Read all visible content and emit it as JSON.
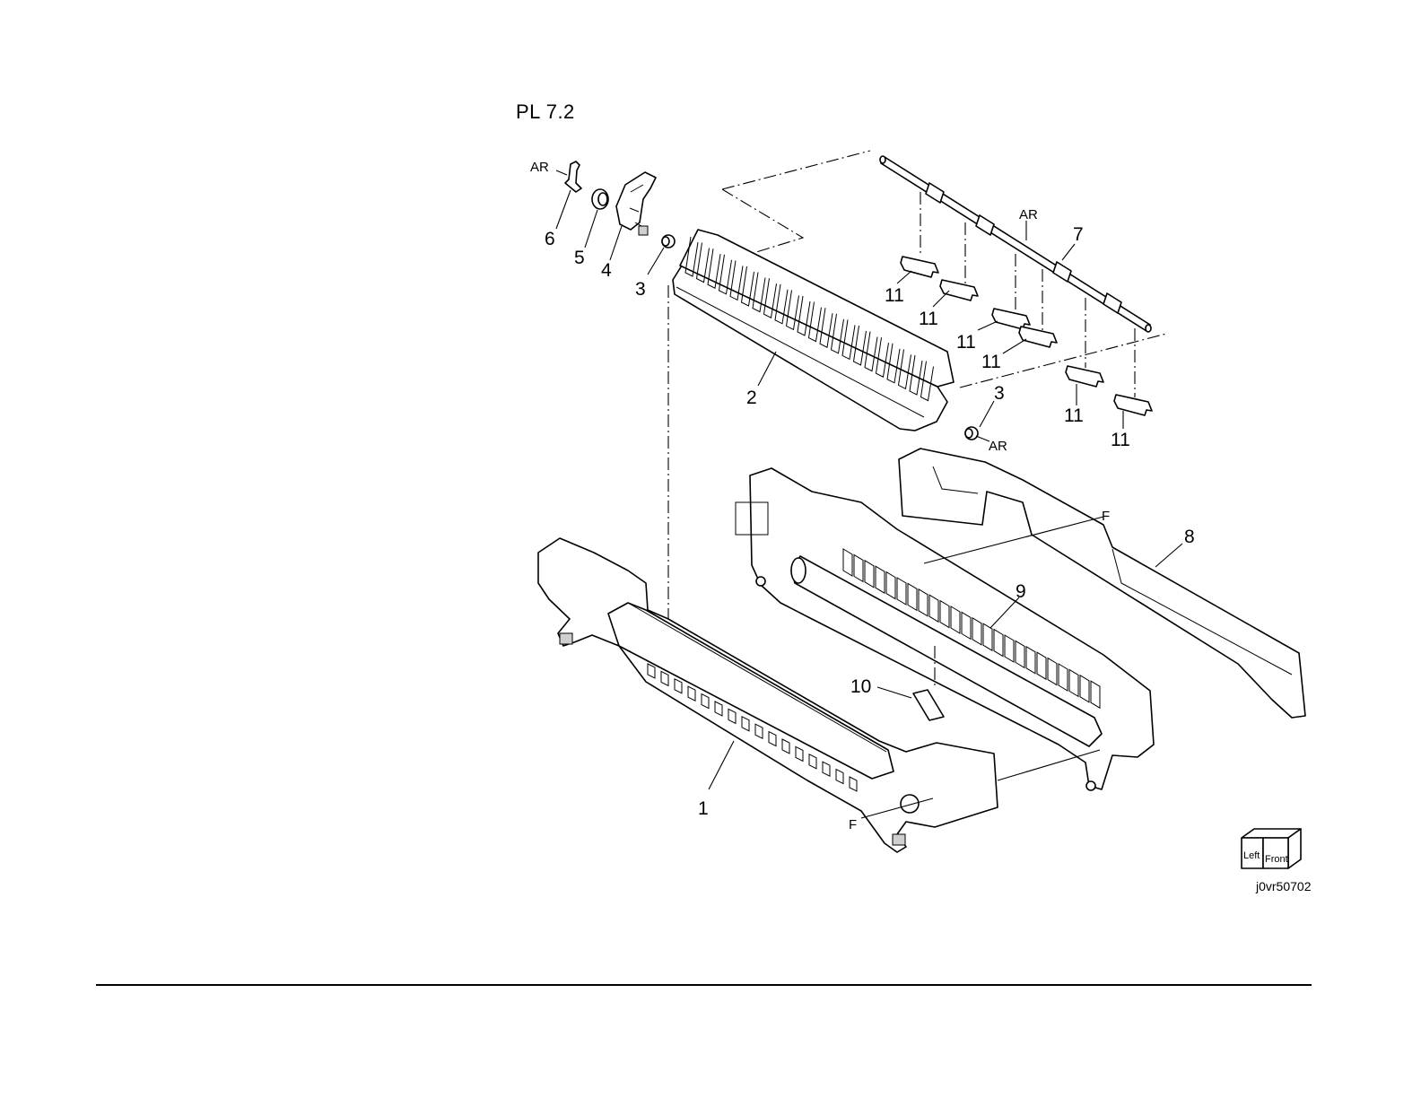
{
  "page": {
    "title": "PL 7.2",
    "figure_id": "j0vr50702"
  },
  "orientation_icon": {
    "left_label": "Left",
    "front_label": "Front"
  },
  "callouts": {
    "c1": "1",
    "c2": "2",
    "c3a": "3",
    "c3b": "3",
    "c4": "4",
    "c5": "5",
    "c6": "6",
    "c7": "7",
    "c8": "8",
    "c9": "9",
    "c10": "10",
    "c11a": "11",
    "c11b": "11",
    "c11c": "11",
    "c11d": "11",
    "c11e": "11",
    "c11f": "11",
    "ar1": "AR",
    "ar2": "AR",
    "ar3": "AR",
    "f1": "F",
    "f2": "F"
  }
}
